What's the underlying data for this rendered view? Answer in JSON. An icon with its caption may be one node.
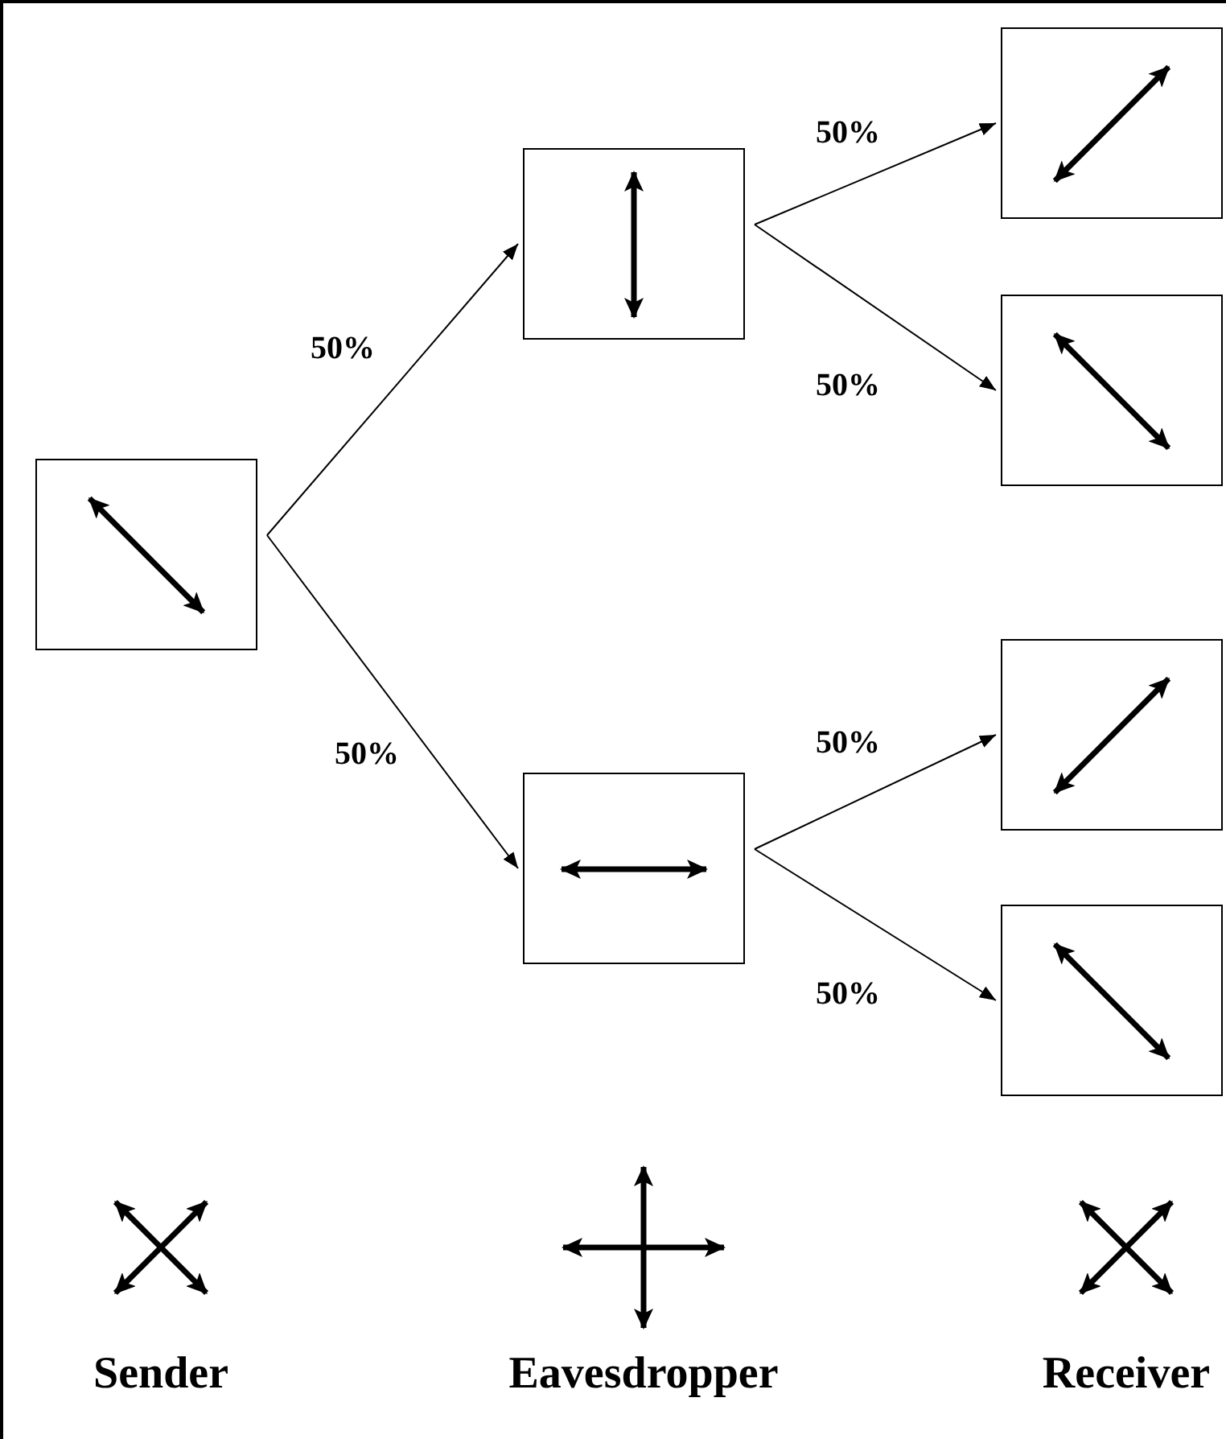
{
  "diagram": {
    "nodes": [
      {
        "text": [],
        "shape": "box"
      },
      {
        "text": [],
        "shape": "box"
      },
      {
        "text": [],
        "shape": "box"
      },
      {
        "text": [],
        "shape": "box"
      },
      {
        "text": [],
        "shape": "box"
      },
      {
        "text": [],
        "shape": "box"
      },
      {
        "text": [],
        "shape": "box"
      }
    ],
    "edges": [
      {
        "from": 0,
        "to": 1,
        "arrow": "to",
        "label": "50%"
      },
      {
        "from": 0,
        "to": 2,
        "arrow": "to",
        "label": "50%"
      },
      {
        "from": 1,
        "to": 3,
        "arrow": "to",
        "label": "50%"
      },
      {
        "from": 1,
        "to": 4,
        "arrow": "to",
        "label": "50%"
      },
      {
        "from": 2,
        "to": 5,
        "arrow": "to",
        "label": "50%"
      },
      {
        "from": 2,
        "to": 6,
        "arrow": "to",
        "label": "50%"
      }
    ],
    "labels": [
      "Sender",
      "Eavesdropper",
      "Receiver"
    ]
  }
}
